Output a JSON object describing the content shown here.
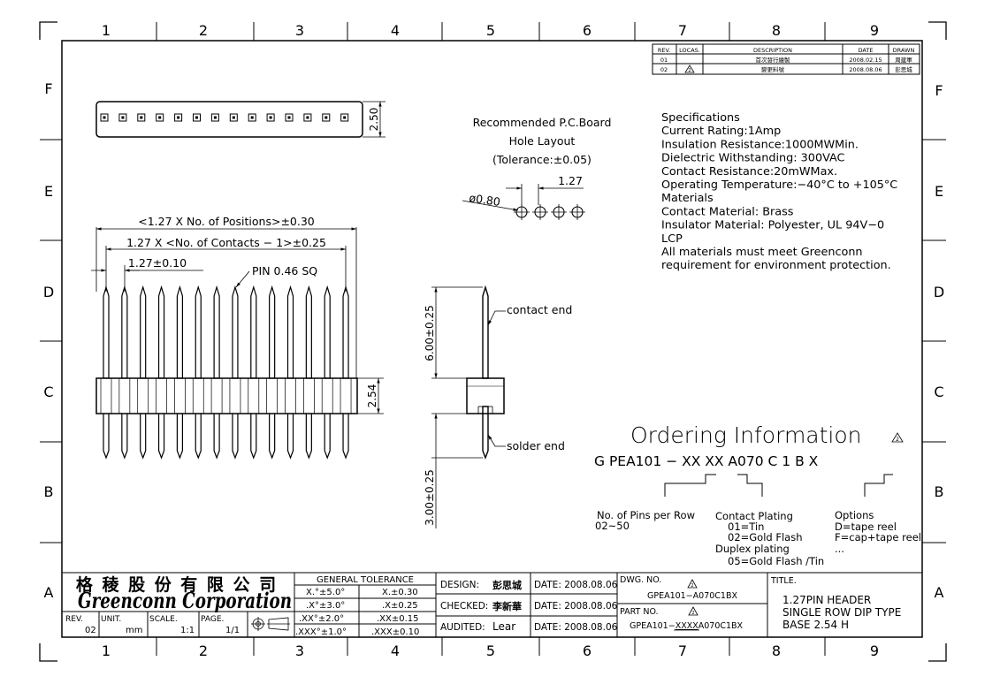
{
  "border": {
    "cols": [
      "1",
      "2",
      "3",
      "4",
      "5",
      "6",
      "7",
      "8",
      "9"
    ],
    "rows": [
      "F",
      "E",
      "D",
      "C",
      "B",
      "A"
    ]
  },
  "revisions": {
    "headers": [
      "REV.",
      "LOCAS.",
      "DESCRIPTION",
      "DATE",
      "DRAWN"
    ],
    "rows": [
      {
        "rev": "01",
        "locas": "",
        "desc": "首次發行繪製",
        "date": "2008.02.15",
        "drawn": "周建軍"
      },
      {
        "rev": "02",
        "locas": "2",
        "desc": "變更料號",
        "date": "2008.08.06",
        "drawn": "彭思城"
      }
    ]
  },
  "dims": {
    "height_top": "2.50",
    "overall_len": "<1.27 X No. of Positions>±0.30",
    "contacts_len": "1.27 X <No. of Contacts  − 1>±0.25",
    "pitch": "1.27±0.10",
    "pin_note": "PIN  0.46  SQ",
    "body_h": "2.54",
    "contact_len": "6.00±0.25",
    "solder_len": "3.00±0.25"
  },
  "side_labels": {
    "contact": "contact end",
    "solder": "solder end"
  },
  "pcb": {
    "title1": "Recommended  P.C.Board",
    "title2": "Hole  Layout",
    "tol": "(Tolerance:±0.05)",
    "hole_dia": "ø0.80",
    "hole_pitch": "1.27"
  },
  "specs": [
    "Specifications",
    "Current  Rating:1Amp",
    "Insulation  Resistance:1000MWMin.",
    "Dielectric  Withstanding:    300VAC",
    "Contact  Resistance:20mWMax.",
    "Operating  Temperature:−40°C  to  +105°C",
    "Materials",
    "Contact  Material:  Brass",
    "Insulator  Material:  Polyester,  UL  94V−0",
    "                          LCP",
    "All  materials  must  meet  Greenconn",
    "requirement  for  environment  protection."
  ],
  "ordering": {
    "title": "Ordering  Information",
    "rev_mark": "2",
    "code": "G  PEA101  −  XX   XX   A070  C  1  B  X",
    "pins_label": "No.  of  Pins  per  Row",
    "pins_range": "02~50",
    "plating_title": "Contact  Plating",
    "plating_1": "01=Tin",
    "plating_2": "02=Gold  Flash",
    "duplex_title": "Duplex  plating",
    "duplex_1": "05=Gold  Flash  /Tin",
    "options_title": "Options",
    "options_1": "D=tape  reel",
    "options_2": "F=cap+tape  reel",
    "options_3": "..."
  },
  "titleblock": {
    "company_cn": "格 稜 股 份 有 限 公 司",
    "company_en": "Greenconn Corporation",
    "rev_label": "REV.",
    "rev_val": "02",
    "unit_label": "UNIT.",
    "unit_val": "mm",
    "scale_label": "SCALE.",
    "scale_val": "1:1",
    "page_label": "PAGE.",
    "page_val": "1/1",
    "tol_title": "GENERAL  TOLERANCE",
    "tol_angles": [
      "X.°±5.0°",
      ".X°±3.0°",
      ".XX°±2.0°",
      ".XXX°±1.0°"
    ],
    "tol_lin": [
      "X.±0.30",
      ".X±0.25",
      ".XX±0.15",
      ".XXX±0.10"
    ],
    "design_label": "DESIGN:",
    "design_name": "彭思城",
    "checked_label": "CHECKED:",
    "checked_name": "李新華",
    "audited_label": "AUDITED:",
    "audited_name": "Lear",
    "date_design": "DATE:  2008.08.06",
    "date_checked": "DATE:  2008.08.06",
    "date_audited": "DATE:  2008.08.06",
    "dwg_label": "DWG.  NO.",
    "dwg_no": "GPEA101−A070C1BX",
    "part_label": "PART  NO.",
    "part_no_a": "GPEA101−",
    "part_no_b": "XXXX",
    "part_no_c": "A070C1BX",
    "rev_mark": "2",
    "title_label": "TITLE.",
    "title_1": "1.27PIN  HEADER",
    "title_2": "SINGLE  ROW  DIP  TYPE",
    "title_3": "BASE  2.54  H"
  }
}
